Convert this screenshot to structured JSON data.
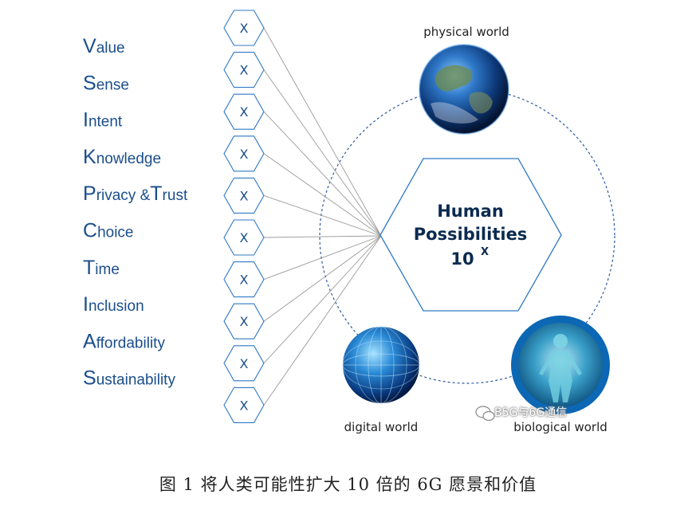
{
  "attributes": [
    {
      "first": "V",
      "rest": "alue"
    },
    {
      "first": "S",
      "rest": "ense"
    },
    {
      "first": "I",
      "rest": "ntent"
    },
    {
      "first": "K",
      "rest": "nowledge"
    },
    {
      "first": "P",
      "rest": "rivacy &"
    },
    {
      "first": "C",
      "rest": "hoice"
    },
    {
      "first": "T",
      "rest": "ime"
    },
    {
      "first": "I",
      "rest": "nclusion"
    },
    {
      "first": "A",
      "rest": "ffordability"
    },
    {
      "first": "S",
      "rest": "ustainability"
    }
  ],
  "privacy_trust_second": {
    "first": "T",
    "rest": "rust"
  },
  "multiplier_symbol": "X",
  "center": {
    "line1": "Human",
    "line2": "Possibilities",
    "line3": "10",
    "superscript": "X"
  },
  "worlds": {
    "physical": "physical world",
    "digital": "digital world",
    "biological": "biological world"
  },
  "watermark": "B5G与6G通信",
  "caption": "图 1   将人类可能性扩大 10 倍的 6G 愿景和价值",
  "colors": {
    "text_blue": "#1b4e8c",
    "hex_stroke": "#2f79c6",
    "line_gray": "#9a9a9a",
    "dashed_circle": "#2a5aa0",
    "center_text": "#0b2a4f"
  },
  "icons": {
    "physical": "earth-globe-icon",
    "digital": "digital-globe-icon",
    "biological": "biological-human-icon",
    "watermark": "wechat-icon"
  }
}
